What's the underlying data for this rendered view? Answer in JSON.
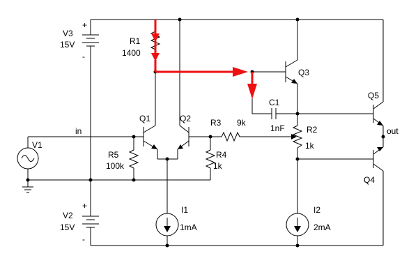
{
  "schematic": {
    "v3": {
      "name": "V3",
      "value": "15V",
      "plus": "+",
      "minus": "-"
    },
    "v2": {
      "name": "V2",
      "value": "15V",
      "plus": "+",
      "minus": "-"
    },
    "v1": {
      "name": "V1"
    },
    "r1": {
      "name": "R1",
      "value": "1400"
    },
    "r5": {
      "name": "R5",
      "value": "100k"
    },
    "r4": {
      "name": "R4",
      "value": "1k"
    },
    "r3": {
      "name": "R3",
      "value": "9k"
    },
    "r2": {
      "name": "R2",
      "value": "1k"
    },
    "c1": {
      "name": "C1",
      "value": "1nF"
    },
    "i1": {
      "name": "I1",
      "value": "1mA"
    },
    "i2": {
      "name": "I2",
      "value": "2mA"
    },
    "q1": {
      "name": "Q1"
    },
    "q2": {
      "name": "Q2"
    },
    "q3": {
      "name": "Q3"
    },
    "q4": {
      "name": "Q4"
    },
    "q5": {
      "name": "Q5"
    },
    "nodes": {
      "input": "in",
      "output": "out"
    },
    "highlight_color": "#ee1111",
    "wire_color": "#000000"
  }
}
